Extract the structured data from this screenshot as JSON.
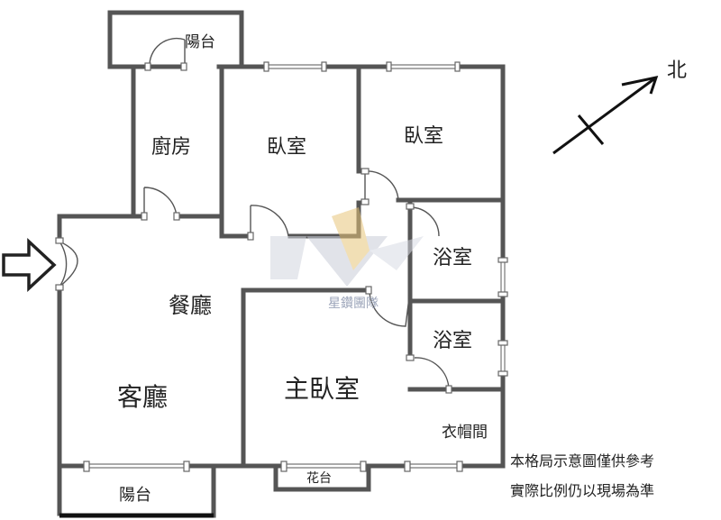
{
  "rooms": {
    "balcony_top": "陽台",
    "kitchen": "廚房",
    "bedroom_1": "臥室",
    "bedroom_2": "臥室",
    "bath_1": "浴室",
    "bath_2": "浴室",
    "dining": "餐廳",
    "living": "客廳",
    "master_bedroom": "主臥室",
    "closet": "衣帽間",
    "planter": "花台",
    "balcony_bottom": "陽台"
  },
  "compass": {
    "north_label": "北"
  },
  "watermark": {
    "text": "星鑽團隊"
  },
  "note": {
    "line1": "本格局示意圖僅供參考",
    "line2": "實際比例仍以現場為準"
  },
  "entrance_icon": "arrow-right-outline-icon"
}
